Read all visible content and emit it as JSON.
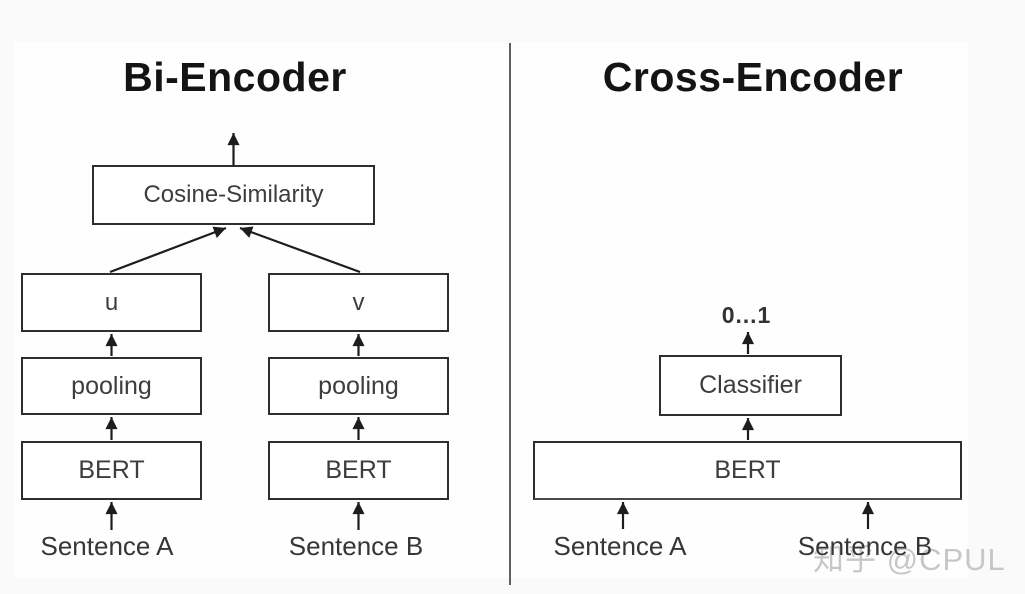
{
  "bi": {
    "title": "Bi-Encoder",
    "cosine": "Cosine-Similarity",
    "u": "u",
    "v": "v",
    "pooling_a": "pooling",
    "pooling_b": "pooling",
    "bert_a": "BERT",
    "bert_b": "BERT",
    "sentence_a": "Sentence A",
    "sentence_b": "Sentence B"
  },
  "cross": {
    "title": "Cross-Encoder",
    "output_range": "0…1",
    "classifier": "Classifier",
    "bert": "BERT",
    "sentence_a": "Sentence A",
    "sentence_b": "Sentence B"
  },
  "watermark": {
    "text": "知乎 @CPUL"
  },
  "colors": {
    "canvas_bg": "#fafafa",
    "panel_bg": "#fefefe",
    "box_border": "#2e2e2e",
    "box_text": "#3d3d3d",
    "title_text": "#141414",
    "arrow": "#1d1d1d",
    "divider": "#606060",
    "watermark": "#c5c8c9"
  }
}
